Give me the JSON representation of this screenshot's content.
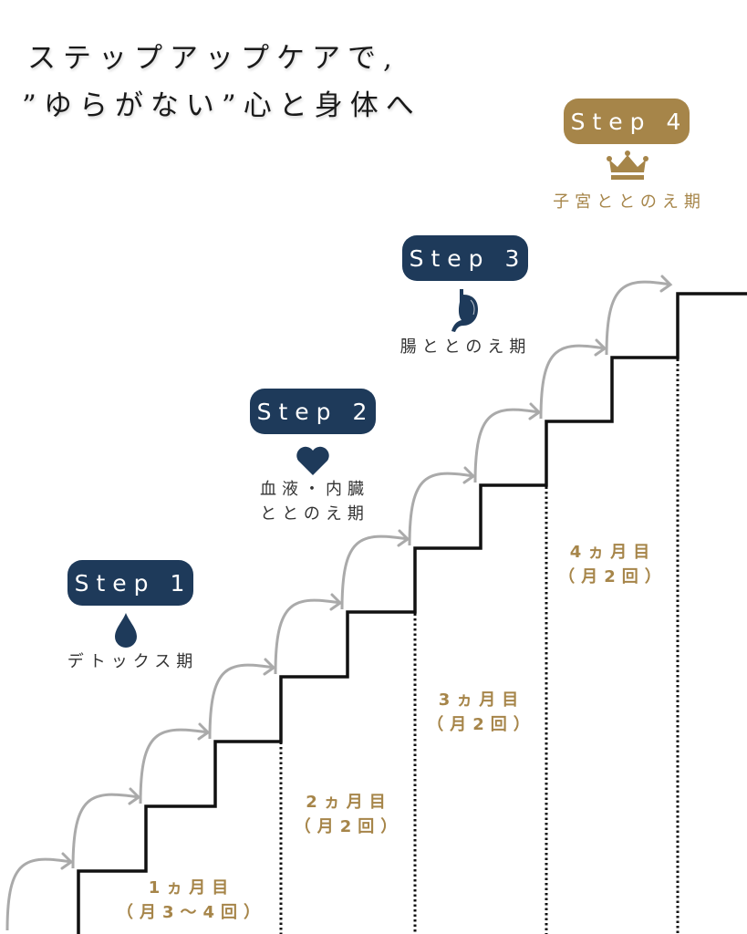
{
  "title": {
    "line1": "ステップアップケアで,",
    "line2": "”ゆらがない”心と身体へ"
  },
  "colors": {
    "navy": "#1e3a5a",
    "gold": "#a68549",
    "stair": "#111111",
    "arrow": "#aaaaaa"
  },
  "steps": [
    {
      "label": "Step 1",
      "icon": "water-drop-icon",
      "phase": "デトックス期"
    },
    {
      "label": "Step 2",
      "icon": "heart-icon",
      "phase_line1": "血液・内臓",
      "phase_line2": "ととのえ期"
    },
    {
      "label": "Step 3",
      "icon": "stomach-icon",
      "phase": "腸ととのえ期"
    },
    {
      "label": "Step 4",
      "icon": "crown-icon",
      "phase": "子宮ととのえ期"
    }
  ],
  "months": [
    {
      "line1": "1ヵ月目",
      "line2": "（月3〜4回）"
    },
    {
      "line1": "2ヵ月目",
      "line2": "（月2回）"
    },
    {
      "line1": "3ヵ月目",
      "line2": "（月2回）"
    },
    {
      "line1": "4ヵ月目",
      "line2": "（月2回）"
    }
  ]
}
